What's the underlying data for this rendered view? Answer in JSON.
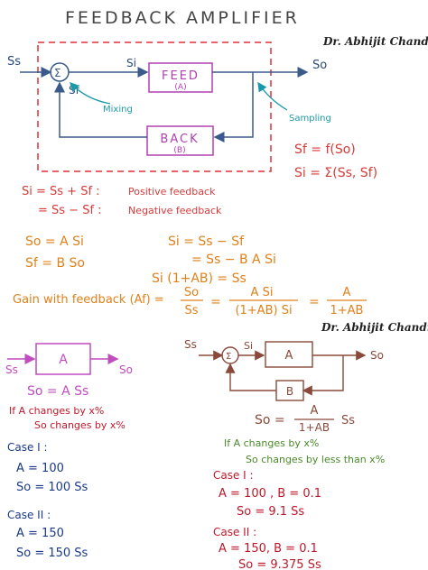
{
  "title": "FEEDBACK AMPLIFIER",
  "author": "Dr. Abhijit Chandra, JU",
  "diagram1": {
    "input": "Ss",
    "sum": "Σ",
    "si": "Si",
    "sf": "Sf",
    "output": "So",
    "feed": "FEED",
    "feed_sub": "(A)",
    "back": "BACK",
    "back_sub": "(B)",
    "mixing": "Mixing",
    "sampling": "Sampling"
  },
  "defs": {
    "sf_eq": "Sf = f(So)",
    "si_eq": "Si = Σ(Ss, Sf)"
  },
  "feedback_types": {
    "pos_lhs": "Si = Ss + Sf :",
    "pos_text": "Positive feedback",
    "neg_lhs": "= Ss − Sf :",
    "neg_text": "Negative feedback"
  },
  "derivation": {
    "l1": "So = A Si",
    "l2": "Sf = B So",
    "r1": "Si = Ss − Sf",
    "r2": "= Ss − B A Si",
    "c1": "Si (1+AB) = Ss",
    "gain_label": "Gain with feedback (Af) =",
    "f1_num": "So",
    "f1_den": "Ss",
    "f2_num": "A Si",
    "f2_den": "(1+AB) Si",
    "f3_num": "A",
    "f3_den": "1+AB"
  },
  "diagram2": {
    "in": "Ss",
    "block": "A",
    "out": "So",
    "eq": "So = A Ss"
  },
  "diagram3": {
    "in": "Ss",
    "sum": "Σ",
    "si": "Si",
    "block_a": "A",
    "block_b": "B",
    "out": "So",
    "eq_lhs": "So =",
    "eq_num": "A",
    "eq_den": "1+AB",
    "eq_rhs": "Ss"
  },
  "left_notes": {
    "if1": "If  A changes by  x%",
    "if2": "So  changes by  x%",
    "case1": "Case I :",
    "c1_a": "A = 100",
    "c1_s": "So = 100 Ss",
    "case2": "Case II :",
    "c2_a": "A = 150",
    "c2_s": "So = 150 Ss"
  },
  "right_notes": {
    "if1": "If  A  changes by  x%",
    "if2": "So  changes by less than  x%",
    "case1": "Case I :",
    "c1_ab": "A = 100 ,  B = 0.1",
    "c1_s": "So = 9.1 Ss",
    "case2": "Case II :",
    "c2_ab": "A = 150, B = 0.1",
    "c2_s": "So = 9.375 Ss"
  }
}
